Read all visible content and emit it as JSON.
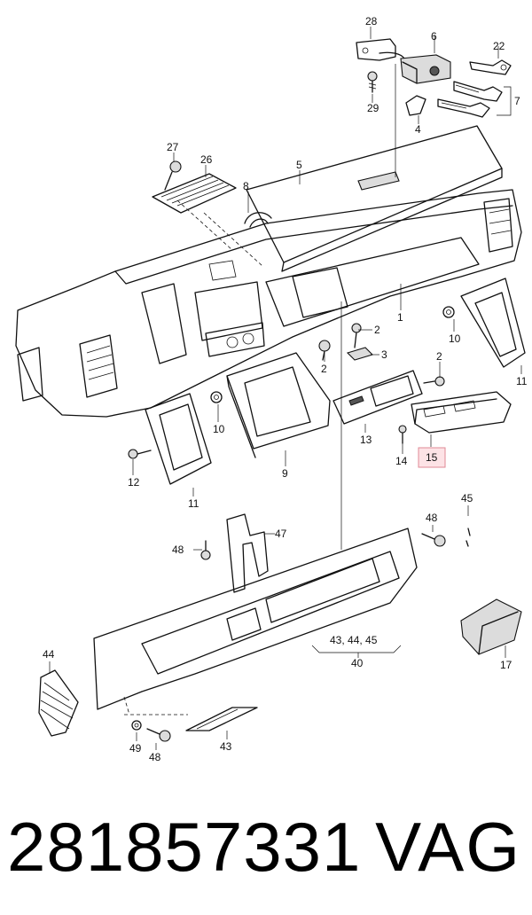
{
  "footer": {
    "part_number": "281857331",
    "brand": "VAG"
  },
  "highlight": {
    "label": "15",
    "color": "#fde3e6",
    "border": "#e08a96"
  },
  "callouts": {
    "c28": "28",
    "c6": "6",
    "c22": "22",
    "c29": "29",
    "c4": "4",
    "c7": "7",
    "c27": "27",
    "c26": "26",
    "c5": "5",
    "c8": "8",
    "c1": "1",
    "c10a": "10",
    "c2a": "2",
    "c3": "3",
    "c2b": "2",
    "c2c": "2",
    "c11a": "11",
    "c10b": "10",
    "c13": "13",
    "c14": "14",
    "c12": "12",
    "c9": "9",
    "c11b": "11",
    "c45": "45",
    "c48a": "48",
    "c47": "47",
    "c48b": "48",
    "c17": "17",
    "c44": "44",
    "c49": "49",
    "c48c": "48",
    "c43": "43",
    "c_group": "43, 44, 45",
    "c40": "40"
  }
}
